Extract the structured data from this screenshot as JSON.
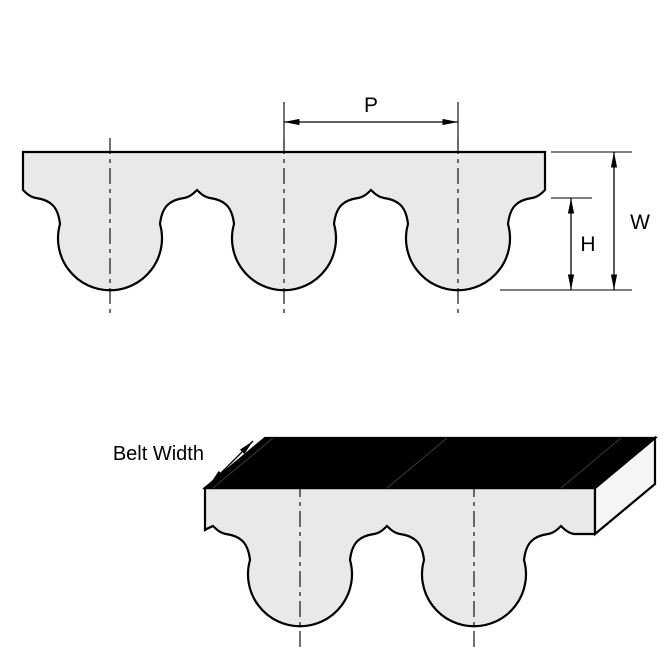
{
  "labels": {
    "p": "P",
    "w": "W",
    "h": "H",
    "belt_width": "Belt Width"
  },
  "colors": {
    "background": "#ffffff",
    "line": "#000000",
    "belt_fill": "#e9e9e9",
    "top_face": "#000000",
    "end_face": "#f5f5f5"
  }
}
